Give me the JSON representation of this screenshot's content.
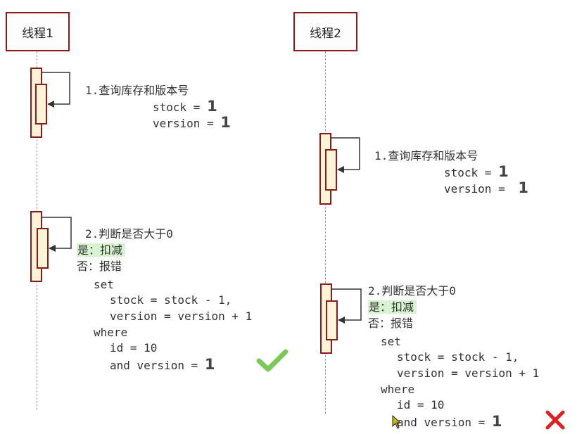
{
  "participants": {
    "thread1": "线程1",
    "thread2": "线程2"
  },
  "thread1": {
    "query": {
      "title": "1.查询库存和版本号",
      "stock_label": "stock = ",
      "stock_value": "1",
      "version_label": "version = ",
      "version_value": "1"
    },
    "judge": {
      "title": "2.判断是否大于0",
      "yes": "是：扣减",
      "no": "否：报错",
      "set": "set",
      "stock_expr": "stock = stock - 1,",
      "version_expr": "version = version + 1",
      "where": "where",
      "id_cond": "id = 10",
      "version_cond": "and version = ",
      "version_cond_value": "1"
    },
    "result": "success"
  },
  "thread2": {
    "query": {
      "title": "1.查询库存和版本号",
      "stock_label": "stock = ",
      "stock_value": "1",
      "version_label": "version = ",
      "version_value": "1"
    },
    "judge": {
      "title": "2.判断是否大于0",
      "yes": "是：扣减",
      "no": "否：报错",
      "set": "set",
      "stock_expr": "stock = stock - 1,",
      "version_expr": "version = version + 1",
      "where": "where",
      "id_cond": "id = 10",
      "version_cond": "and version = ",
      "version_cond_value": "1"
    },
    "result": "failure"
  },
  "colors": {
    "box_border": "#8b1a1a",
    "activation_fill": "#fdf4d8",
    "highlight": "#d8f3cf",
    "check": "#7cc95a",
    "cross": "#e02020"
  }
}
